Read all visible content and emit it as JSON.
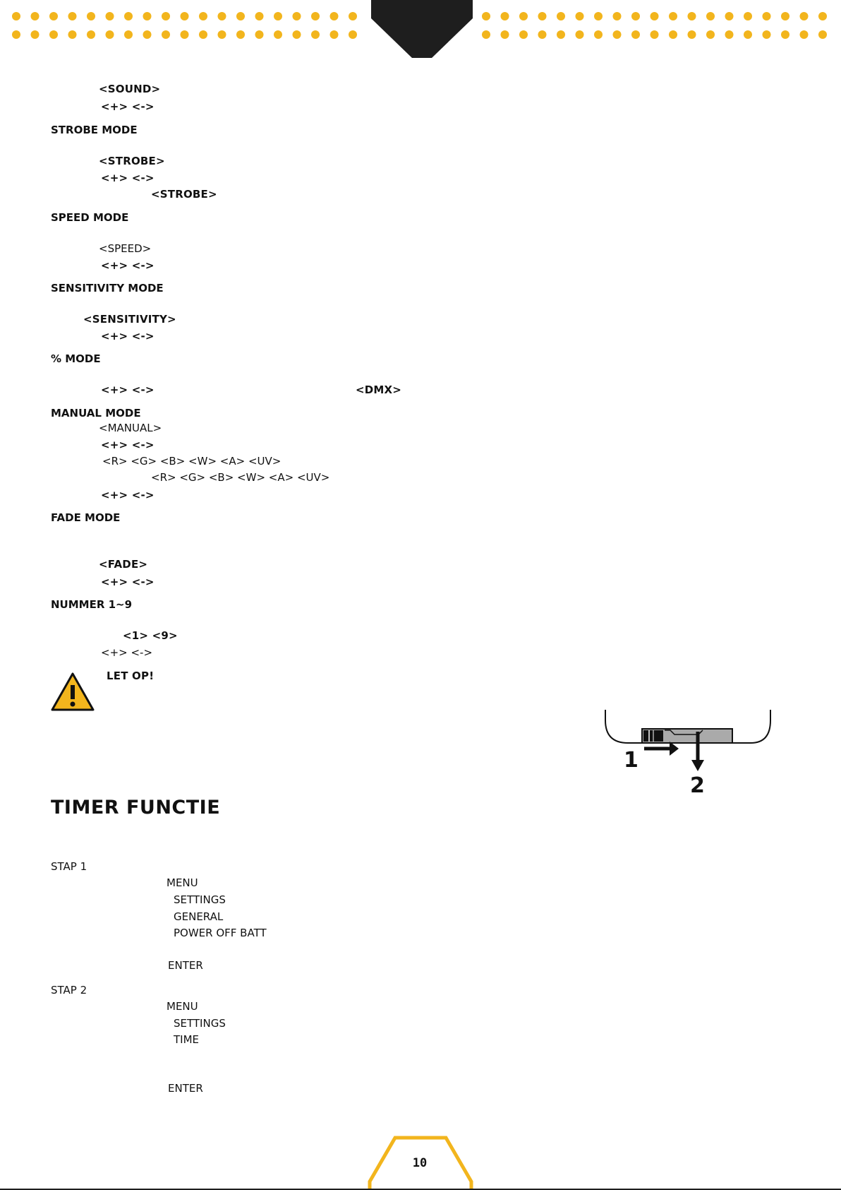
{
  "colors": {
    "accent": "#f2b51d",
    "dark": "#1e1e1e"
  },
  "lines": {
    "sound": "<SOUND>",
    "sound_pm": "<+>  <->",
    "strobe_heading": "STROBE MODE",
    "strobe": "<STROBE>",
    "strobe_pm": "<+>  <->",
    "strobe_2": "<STROBE>",
    "speed_heading": "SPEED MODE",
    "speed": "<SPEED>",
    "speed_pm": "<+>  <->",
    "sens_heading": "SENSITIVITY MODE",
    "sens": "<SENSITIVITY>",
    "sens_pm": "<+>  <->",
    "pct_heading": "% MODE",
    "pct_pm": "<+>  <->",
    "pct_dmx": "<DMX>",
    "manual_heading": "MANUAL MODE",
    "manual": "<MANUAL>",
    "manual_pm": "<+>  <->",
    "manual_ch1": "<R> <G> <B> <W> <A>   <UV>",
    "manual_ch2": "<R> <G> <B> <W> <A>   <UV>",
    "manual_pm2": "<+>  <->",
    "fade_heading": "FADE MODE",
    "fade": "<FADE>",
    "fade_pm": "<+>  <->",
    "nummer_heading": "NUMMER 1~9",
    "nummer": "<1>   <9>",
    "nummer_pm": "<+>  <->",
    "warning_title": "LET OP!",
    "figure_label_1": "1",
    "figure_label_2": "2",
    "timer_heading": "TIMER FUNCTIE",
    "stap1": "STAP 1",
    "s1_menu": "MENU",
    "s1_settings": "SETTINGS",
    "s1_general": "GENERAL",
    "s1_power": "POWER OFF BATT",
    "s1_enter": "ENTER",
    "stap2": "STAP 2",
    "s2_menu": "MENU",
    "s2_settings": "SETTINGS",
    "s2_time": "TIME",
    "s2_enter": "ENTER",
    "page_number": "10"
  },
  "icons": {
    "warning": "warning-triangle-icon",
    "header_tab": "header-tab-icon",
    "page_badge": "hexagon-badge-icon"
  }
}
